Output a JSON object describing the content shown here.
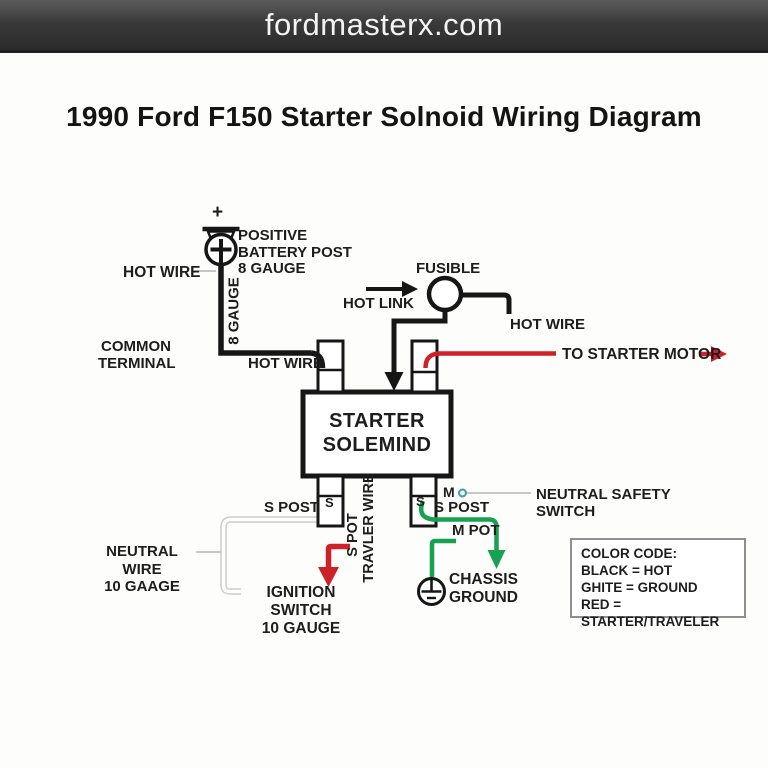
{
  "header": {
    "site": "fordmasterx.com"
  },
  "title": "1990 Ford F150 Starter Solnoid Wiring Diagram",
  "colors": {
    "wire_black": "#161616",
    "wire_red": "#ce2027",
    "wire_green": "#17a251",
    "wire_white_outline": "#cccccc",
    "leader_gray": "#b5b5b5",
    "teal_node": "#459ba3"
  },
  "diagram": {
    "battery": {
      "plus": "+",
      "label": "POSITIVE\nBATTERY POST\n8 GAUGE"
    },
    "labels": {
      "hot_wire_battery": "HOT WIRE",
      "gauge_vertical": "8 GAUGE",
      "fusible": "FUSIBLE",
      "hot_link": "HOT LINK",
      "hot_wire_fusible": "HOT WIRE",
      "common_terminal": "COMMON\nTERMINAL",
      "hot_wire_solenoid": "HOT WIRE",
      "to_starter_motor": "TO STARTER MOTOR",
      "solenoid": "STARTER\nSOLEMIND",
      "s_post_left": "S POST",
      "s_terminal_left": "S",
      "s_terminal_right": "S",
      "m_terminal": "M",
      "s_post_right": "S POST",
      "neutral_safety_switch": "NEUTRAL SAFETY\nSWITCH",
      "m_pot": "M POT",
      "s_pot_vertical": "S POT",
      "travler_wire_vertical": "TRAVLER WIRE",
      "neutral_wire": "NEUTRAL WIRE\n10 GAAGE",
      "ignition_switch": "IGNITION SWITCH\n10 GAUGE",
      "chassis_ground": "CHASSIS\nGROUND"
    },
    "color_code": {
      "title": "COLOR CODE:",
      "lines": [
        "BLACK = HOT",
        "GHITE = GROUND",
        "RED = STARTER/TRAVELER"
      ]
    }
  }
}
